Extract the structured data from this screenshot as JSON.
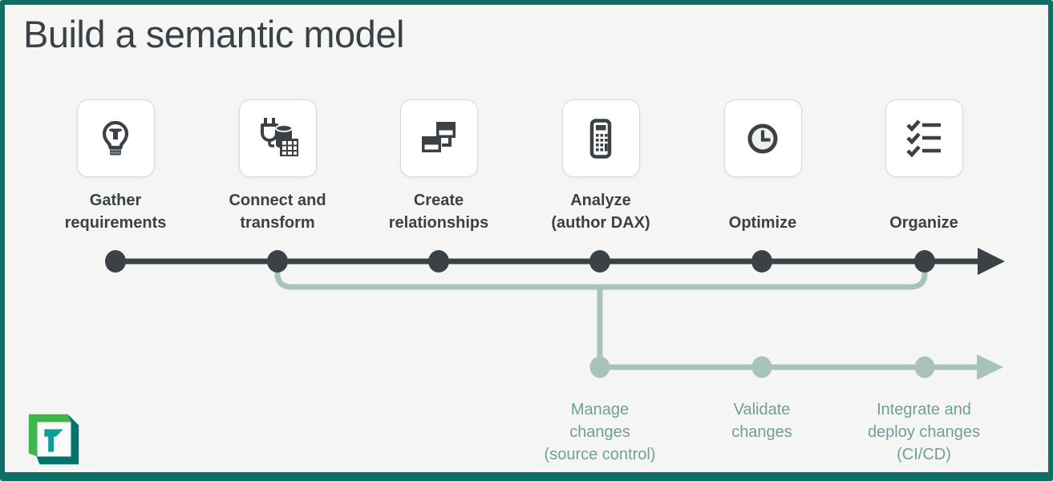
{
  "title": "Build a semantic model",
  "colors": {
    "border_teal": "#0d7067",
    "background": "#f5f5f3",
    "dark_ink": "#3a4247",
    "sage_line": "#a9c2be",
    "sage_text": "#719e99",
    "card_border": "#d8d8d6",
    "logo_green": "#3db64b",
    "logo_dark_teal": "#00746a",
    "logo_letter_teal": "#0da095"
  },
  "main_track": {
    "stages": [
      {
        "icon": "lightbulb-icon",
        "label": "Gather\nrequirements"
      },
      {
        "icon": "plug-database-icon",
        "label": "Connect and\ntransform"
      },
      {
        "icon": "table-relationships-icon",
        "label": "Create\nrelationships"
      },
      {
        "icon": "calculator-icon",
        "label": "Analyze\n(author DAX)"
      },
      {
        "icon": "clock-icon",
        "label": "Optimize"
      },
      {
        "icon": "checklist-icon",
        "label": "Organize"
      }
    ]
  },
  "branch_track": {
    "stages": [
      {
        "label": "Manage\nchanges\n(source control)"
      },
      {
        "label": "Validate\nchanges"
      },
      {
        "label": "Integrate and\ndeploy changes\n(CI/CD)"
      }
    ]
  },
  "logo": {
    "letter": "T"
  }
}
